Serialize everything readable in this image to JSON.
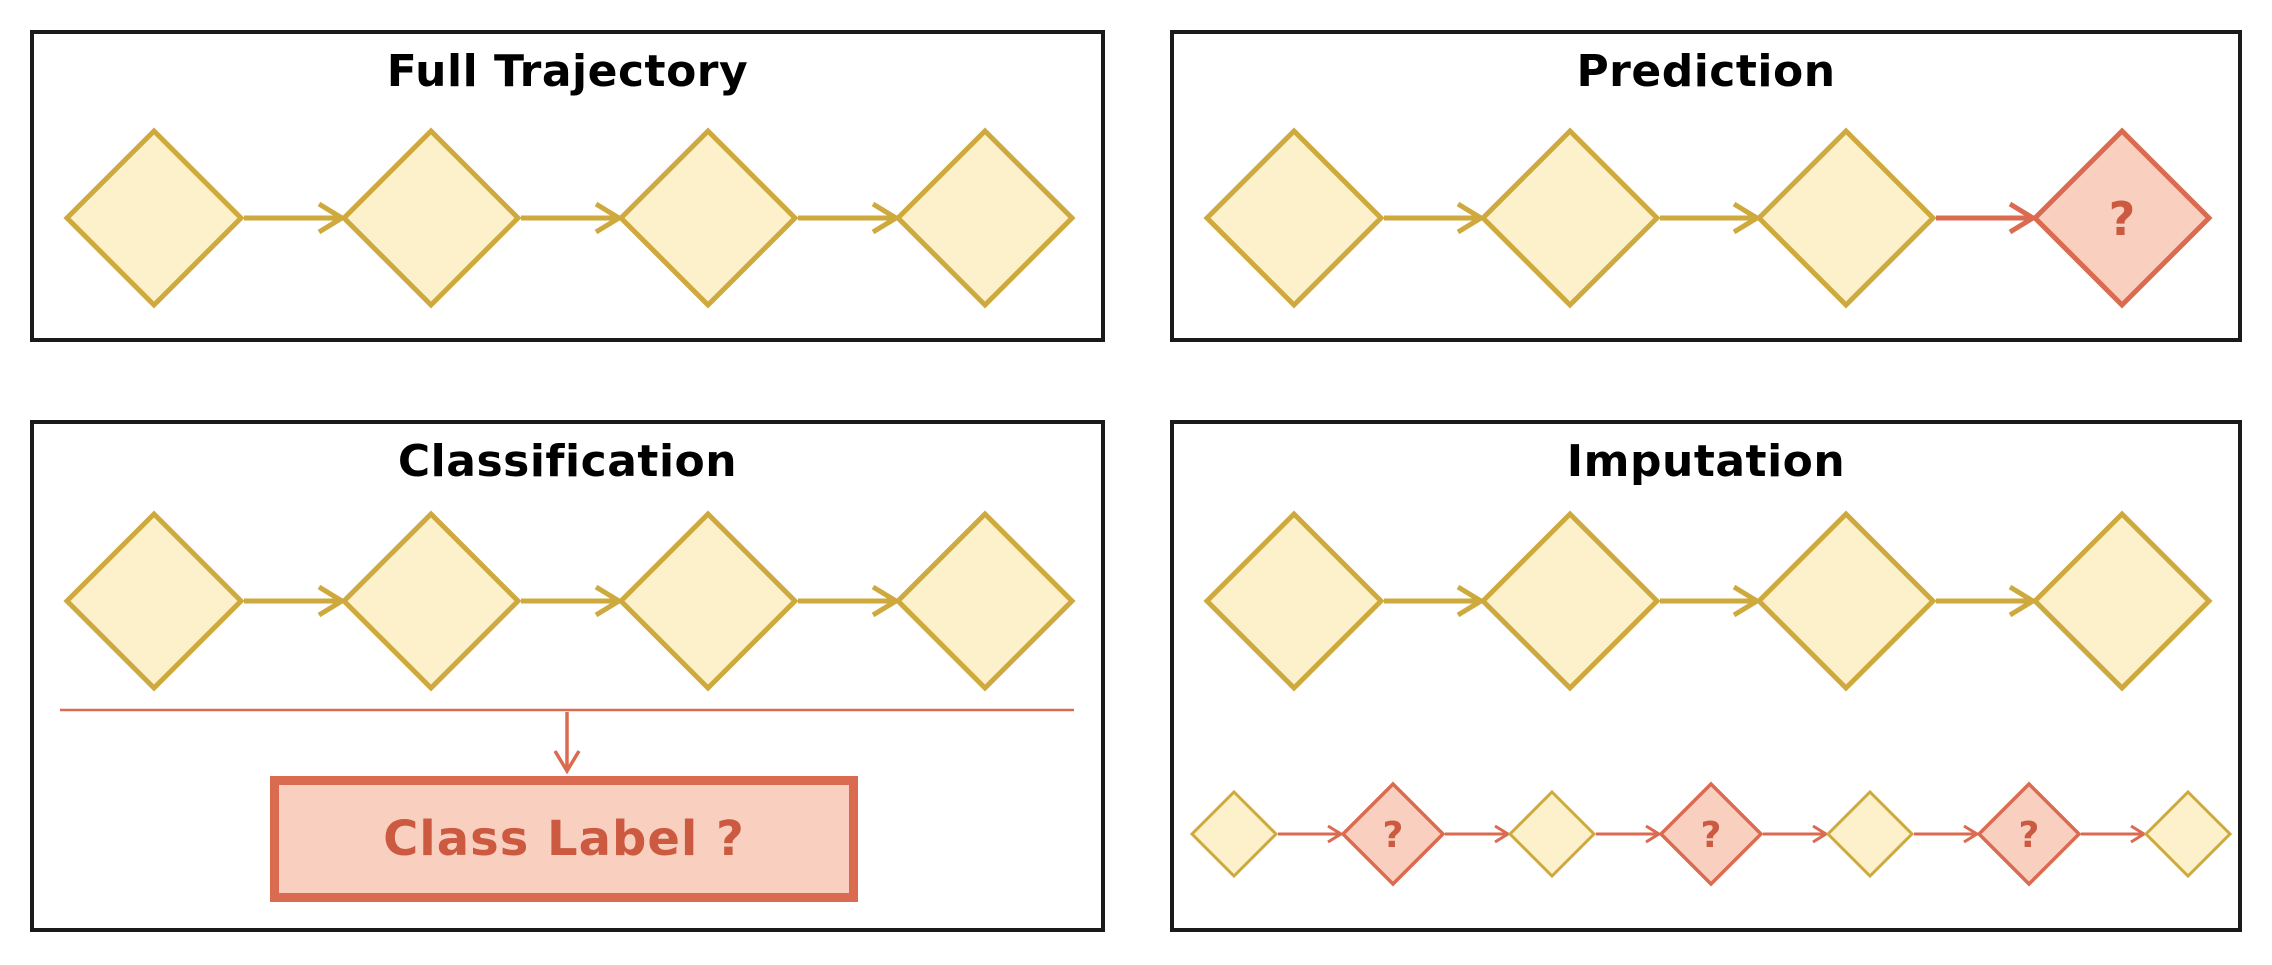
{
  "figure": {
    "panels": {
      "full_trajectory": {
        "title": "Full Trajectory",
        "node_count": 4
      },
      "prediction": {
        "title": "Prediction",
        "observed_node_count": 3,
        "unknown_label": "?"
      },
      "classification": {
        "title": "Classification",
        "node_count": 4,
        "class_label": "Class Label ?"
      },
      "imputation": {
        "title": "Imputation",
        "observed_node_count": 4,
        "bottom_sequence": [
          "observed",
          "unknown",
          "observed",
          "unknown",
          "observed",
          "unknown",
          "observed"
        ],
        "unknown_label": "?"
      }
    },
    "colors": {
      "node_fill": "#FCF1CB",
      "node_stroke": "#CEA93E",
      "unknown_node_fill": "#F9D0C0",
      "unknown_node_stroke": "#DB6B50",
      "question_mark_text": "#CB5A41",
      "panel_border": "#1A1A1A",
      "background": "#FFFFFF"
    }
  }
}
